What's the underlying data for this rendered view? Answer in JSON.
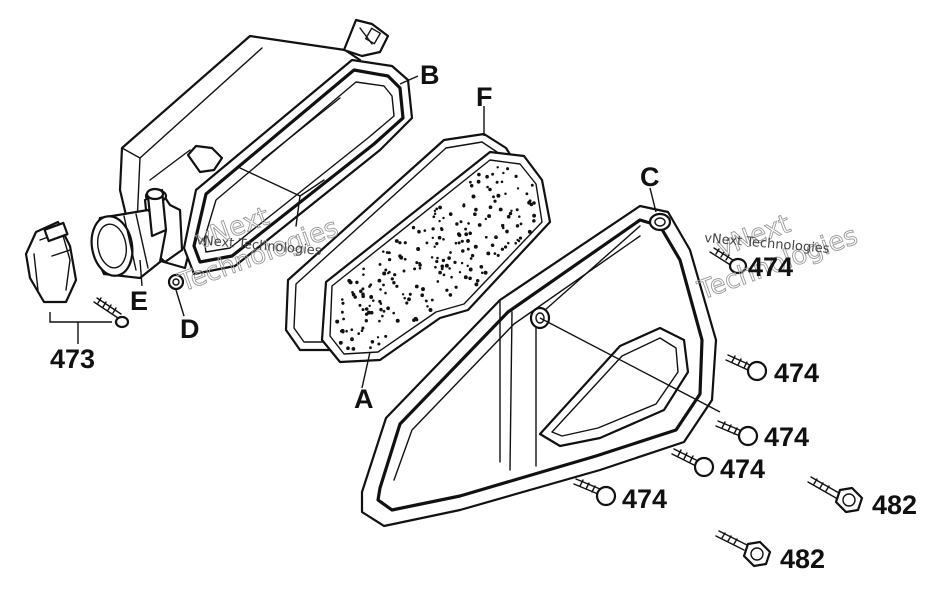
{
  "labels": {
    "b": "B",
    "f": "F",
    "c": "C",
    "e": "E",
    "d": "D",
    "a": "A",
    "p473": "473",
    "p474_1": "474",
    "p474_2": "474",
    "p474_3": "474",
    "p474_4": "474",
    "p474_5": "474",
    "p482_1": "482",
    "p482_2": "482"
  },
  "watermark": {
    "line1": "vNext",
    "line2": "Technologies",
    "small": "vNext Technologies"
  }
}
